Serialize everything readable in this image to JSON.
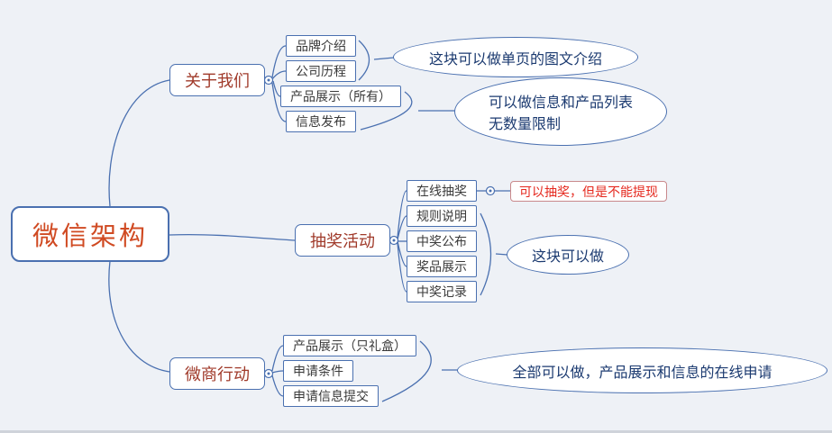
{
  "root": {
    "label": "微信架构"
  },
  "about": {
    "label": "关于我们",
    "children": [
      {
        "label": "品牌介绍"
      },
      {
        "label": "公司历程"
      },
      {
        "label": "产品展示（所有）"
      },
      {
        "label": "信息发布"
      }
    ],
    "note1": "这块可以做单页的图文介绍",
    "note2": "可以做信息和产品列表\n无数量限制"
  },
  "lottery": {
    "label": "抽奖活动",
    "children": [
      {
        "label": "在线抽奖"
      },
      {
        "label": "规则说明"
      },
      {
        "label": "中奖公布"
      },
      {
        "label": "奖品展示"
      },
      {
        "label": "中奖记录"
      }
    ],
    "callout": "可以抽奖，但是不能提现",
    "note": "这块可以做"
  },
  "weishang": {
    "label": "微商行动",
    "children": [
      {
        "label": "产品展示（只礼盒）"
      },
      {
        "label": "申请条件"
      },
      {
        "label": "申请信息提交"
      }
    ],
    "note": "全部可以做，产品展示和信息的在线申请"
  },
  "colors": {
    "line": "#4a70b0",
    "root_text": "#d04a22",
    "branch_text": "#a03a2a",
    "note_text": "#1b3a70",
    "callout_text": "#e5281e"
  }
}
